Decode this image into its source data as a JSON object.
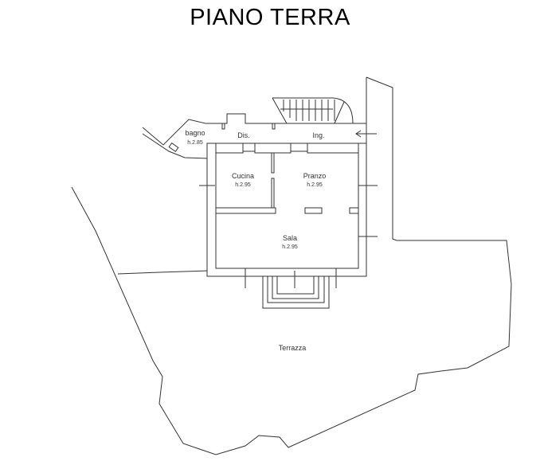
{
  "title": "PIANO TERRA",
  "rooms": [
    {
      "name": "bagno",
      "height": "h.2.85"
    },
    {
      "name": "Dis."
    },
    {
      "name": "Ing."
    },
    {
      "name": "Cucina",
      "height": "h.2.95"
    },
    {
      "name": "Pranzo",
      "height": "h.2.95"
    },
    {
      "name": "Sala",
      "height": "h.2.95"
    },
    {
      "name": "Terrazza"
    }
  ]
}
